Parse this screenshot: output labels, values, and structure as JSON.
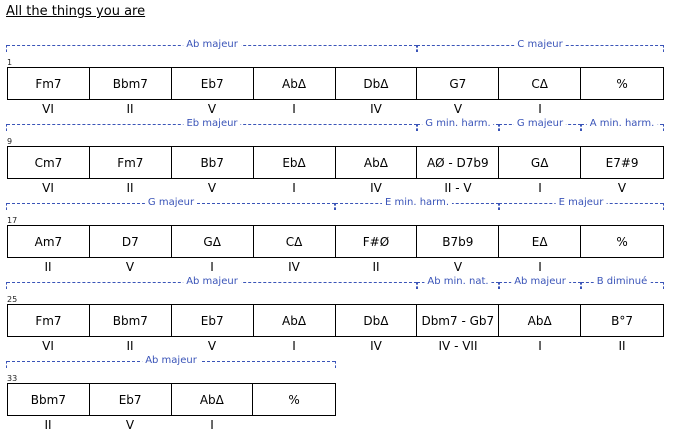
{
  "title": "All the things you are",
  "rows": [
    {
      "bar_number": "1",
      "keys": [
        {
          "label": "Ab majeur",
          "from": 0,
          "to": 5
        },
        {
          "label": "C majeur",
          "from": 5,
          "to": 8
        }
      ],
      "chords": [
        "Fm7",
        "Bbm7",
        "Eb7",
        "AbΔ",
        "DbΔ",
        "G7",
        "CΔ",
        "%"
      ],
      "degrees": [
        "VI",
        "II",
        "V",
        "I",
        "IV",
        "V",
        "I",
        ""
      ]
    },
    {
      "bar_number": "9",
      "keys": [
        {
          "label": "Eb majeur",
          "from": 0,
          "to": 5
        },
        {
          "label": "G min. harm.",
          "from": 5,
          "to": 6
        },
        {
          "label": "G majeur",
          "from": 6,
          "to": 7
        },
        {
          "label": "A min. harm.",
          "from": 7,
          "to": 8
        }
      ],
      "chords": [
        "Cm7",
        "Fm7",
        "Bb7",
        "EbΔ",
        "AbΔ",
        "AØ - D7b9",
        "GΔ",
        "E7#9"
      ],
      "degrees": [
        "VI",
        "II",
        "V",
        "I",
        "IV",
        "II - V",
        "I",
        "V"
      ]
    },
    {
      "bar_number": "17",
      "keys": [
        {
          "label": "G majeur",
          "from": 0,
          "to": 4
        },
        {
          "label": "E min. harm.",
          "from": 4,
          "to": 6
        },
        {
          "label": "E majeur",
          "from": 6,
          "to": 8
        }
      ],
      "chords": [
        "Am7",
        "D7",
        "GΔ",
        "CΔ",
        "F#Ø",
        "B7b9",
        "EΔ",
        "%"
      ],
      "degrees": [
        "II",
        "V",
        "I",
        "IV",
        "II",
        "V",
        "I",
        ""
      ]
    },
    {
      "bar_number": "25",
      "keys": [
        {
          "label": "Ab majeur",
          "from": 0,
          "to": 5
        },
        {
          "label": "Ab min. nat.",
          "from": 5,
          "to": 6
        },
        {
          "label": "Ab majeur",
          "from": 6,
          "to": 7
        },
        {
          "label": "B diminué",
          "from": 7,
          "to": 8
        }
      ],
      "chords": [
        "Fm7",
        "Bbm7",
        "Eb7",
        "AbΔ",
        "DbΔ",
        "Dbm7 - Gb7",
        "AbΔ",
        "B°7"
      ],
      "degrees": [
        "VI",
        "II",
        "V",
        "I",
        "IV",
        "IV - VII",
        "I",
        "II"
      ]
    },
    {
      "bar_number": "33",
      "keys": [
        {
          "label": "Ab majeur",
          "from": 0,
          "to": 4
        }
      ],
      "chords": [
        "Bbm7",
        "Eb7",
        "AbΔ",
        "%"
      ],
      "degrees": [
        "II",
        "V",
        "I",
        ""
      ]
    }
  ]
}
